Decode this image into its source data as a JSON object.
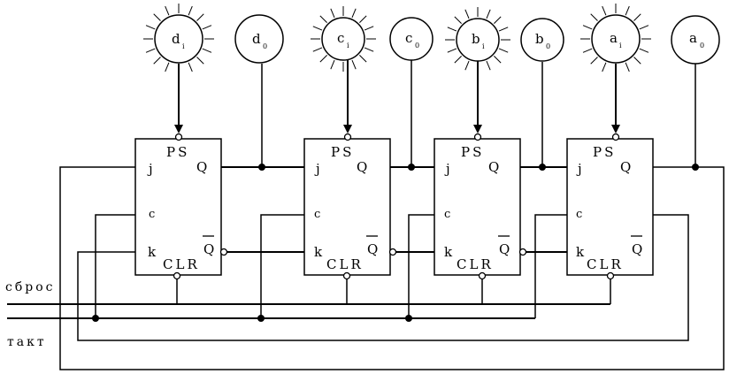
{
  "signals": {
    "reset": "сброс",
    "clock": "такт"
  },
  "flipflops": [
    {
      "id": "d",
      "pins": {
        "preset": "PS",
        "j": "j",
        "q": "Q",
        "c": "c",
        "k": "k",
        "clear": "CLR",
        "qbar": "Q"
      }
    },
    {
      "id": "c",
      "pins": {
        "preset": "PS",
        "j": "j",
        "q": "Q",
        "c": "c",
        "k": "k",
        "clear": "CLR",
        "qbar": "Q"
      }
    },
    {
      "id": "b",
      "pins": {
        "preset": "PS",
        "j": "j",
        "q": "Q",
        "c": "c",
        "k": "k",
        "clear": "CLR",
        "qbar": "Q"
      }
    },
    {
      "id": "a",
      "pins": {
        "preset": "PS",
        "j": "j",
        "q": "Q",
        "c": "c",
        "k": "k",
        "clear": "CLR",
        "qbar": "Q"
      }
    }
  ],
  "inputs": [
    {
      "name": "d",
      "sub": "i"
    },
    {
      "name": "c",
      "sub": "i"
    },
    {
      "name": "b",
      "sub": "i"
    },
    {
      "name": "a",
      "sub": "i"
    }
  ],
  "outputs": [
    {
      "name": "d",
      "sub": "0"
    },
    {
      "name": "c",
      "sub": "0"
    },
    {
      "name": "b",
      "sub": "0"
    },
    {
      "name": "a",
      "sub": "0"
    }
  ]
}
